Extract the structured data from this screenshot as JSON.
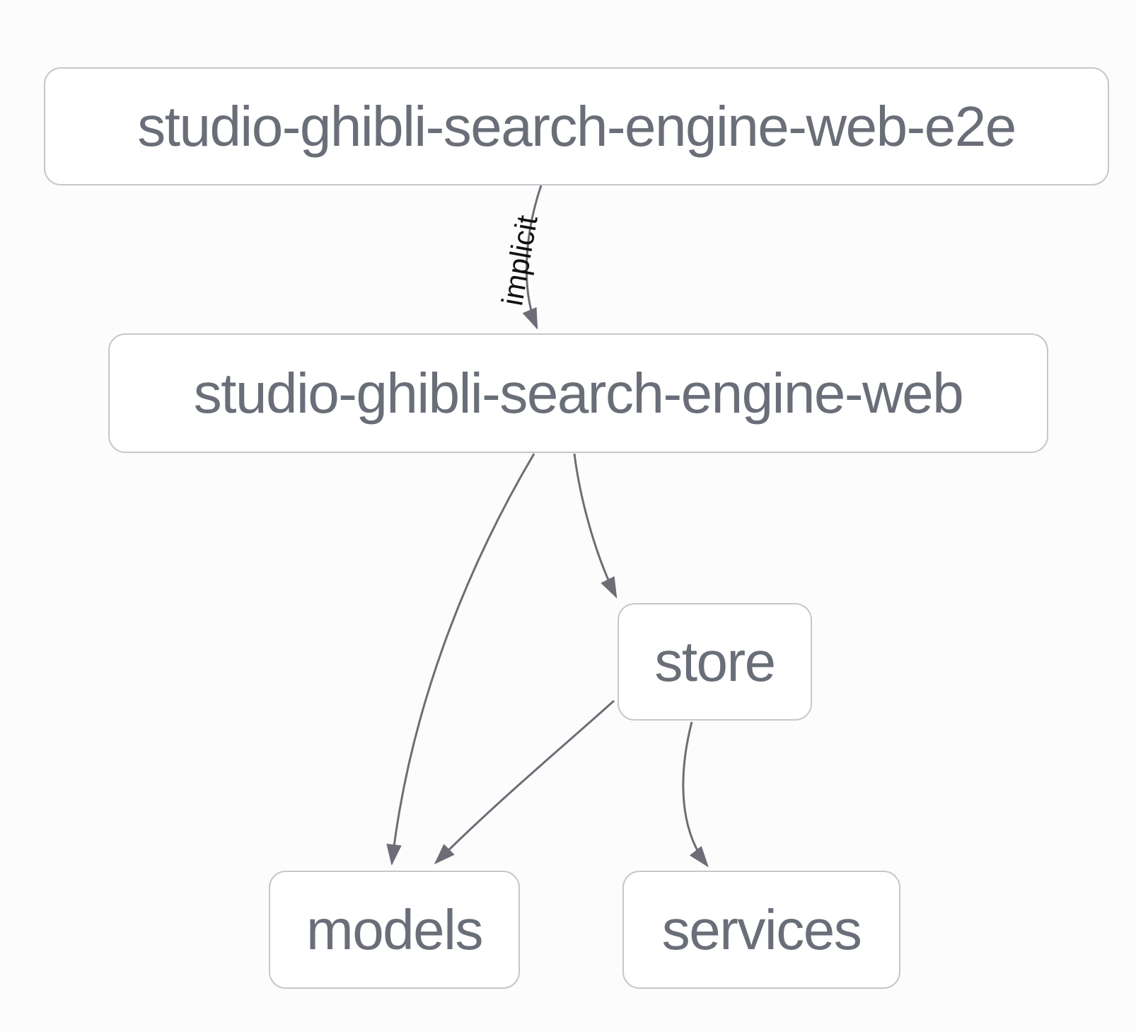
{
  "diagram": {
    "type": "dependency-graph",
    "nodes": [
      {
        "id": "studio-ghibli-search-engine-web-e2e",
        "label": "studio-ghibli-search-engine-web-e2e"
      },
      {
        "id": "studio-ghibli-search-engine-web",
        "label": "studio-ghibli-search-engine-web"
      },
      {
        "id": "store",
        "label": "store"
      },
      {
        "id": "models",
        "label": "models"
      },
      {
        "id": "services",
        "label": "services"
      }
    ],
    "edges": [
      {
        "from": "studio-ghibli-search-engine-web-e2e",
        "to": "studio-ghibli-search-engine-web",
        "type": "implicit",
        "label": "implicit"
      },
      {
        "from": "studio-ghibli-search-engine-web",
        "to": "models",
        "type": "static",
        "label": ""
      },
      {
        "from": "studio-ghibli-search-engine-web",
        "to": "store",
        "type": "static",
        "label": ""
      },
      {
        "from": "store",
        "to": "models",
        "type": "static",
        "label": ""
      },
      {
        "from": "store",
        "to": "services",
        "type": "static",
        "label": ""
      }
    ],
    "colors": {
      "background": "#fcfcfc",
      "node_fill": "#ffffff",
      "node_border": "#c6c6cd",
      "node_text": "#6a6e78",
      "edge": "#6d6d77",
      "edge_label": "#111111"
    }
  }
}
